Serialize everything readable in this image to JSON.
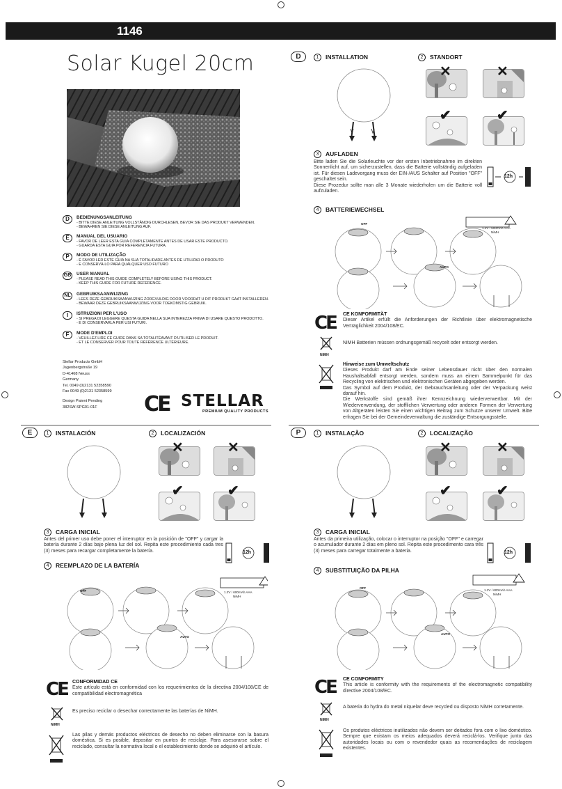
{
  "header": {
    "model_number": "1146"
  },
  "product_title": "Solar Kugel 20cm",
  "languages": [
    {
      "code": "D",
      "heading": "BEDIENUNGSANLEITUNG",
      "line1": "- BITTE DIESE ANLEITUNG VOLLSTÄNDIG DURCHLESEN, BEVOR SIE DAS PRODUKT VERWENDEN.",
      "line2": "- BEWAHREN SIE DIESE ANLEITUNG AUF."
    },
    {
      "code": "E",
      "heading": "MANUAL DEL USUARIO",
      "line1": "- FAVOR DE LEER ESTA GUIA COMPLETAMENTE ANTES DE USAR ESTE PRODUCTO.",
      "line2": "- GUARDA ESTA GUIA POR REFERENCIA FUTURA."
    },
    {
      "code": "P",
      "heading": "MODO DE UTILIZAÇÃO",
      "line1": "- É FAVOR LER ESTE GUIA NA SUA TOTALIDADE ANTES DE UTILIZAR O PRODUTO",
      "line2": "- E CONSERVÁ-LO PARA QUALQUER USO FUTURO"
    },
    {
      "code": "GB",
      "heading": "USER MANUAL",
      "line1": "- PLEASE READ THIS GUIDE COMPLETELY BEFORE USING THIS PRODUCT.",
      "line2": "- KEEP THIS GUIDE FOR FUTURE REFERENCE."
    },
    {
      "code": "NL",
      "heading": "GEBRUIKSAANWIJZING",
      "line1": "- LEES DEZE GEBRUIKSAANWIJZING ZORGVULDIG DOOR VOORDAT U DIT PRODUKT GAAT INSTALLEREN.",
      "line2": "- BEWAAR DEZE GEBRUIKSAANWIJZING VOOR TOEKOMSTIG GEBRUIK."
    },
    {
      "code": "I",
      "heading": "ISTRUZIONI PER L'USO",
      "line1": "- SI PREGA DI LEGGERE QUESTA GUIDA NELLA SUA INTEREZZA PRIMA DI USARE QUESTO PRODOTTO.",
      "line2": "- E DI CONSERVARLA PER USI FUTURI."
    },
    {
      "code": "F",
      "heading": "MODE D'EMPLOI",
      "line1": "- VEUILLEZ LIRE CE GUIDE DANS SA TOTALITÉAVANT D'UTILISER LE PRODUIT.",
      "line2": "- ET LE CONSERVER POUR TOUTE RÉFÉRENCE ULTÉRIEURE."
    }
  ],
  "address": {
    "company": "Stellar Products GmbH",
    "street": "Jagenbergstraße 19",
    "city": "D-41468 Neuss",
    "country": "Germany",
    "tel": "Tel.  0049 (0)2131 52358590",
    "fax": "Fax  0049 (0)2131 52358599",
    "design": "Design Patent Pending",
    "code": "382SW-SPG01-01F"
  },
  "brand": {
    "ce_mark": "CE",
    "name": "STELLAR",
    "tagline": "PREMIUM QUALITY PRODUCTS"
  },
  "common": {
    "charge_time": "12h",
    "off_label": "OFF",
    "auto_label": "AUTO",
    "battery_spec": "1.2V / 600mAh AAA",
    "battery_type": "NiMH",
    "weee_label": "NiMH"
  },
  "sections": {
    "de": {
      "code": "D",
      "h1": "INSTALLATION",
      "h2": "STANDORT",
      "h3": "AUFLADEN",
      "h4": "BATTERIEWECHSEL",
      "n1": "1",
      "n2": "2",
      "n3": "3",
      "n4": "4",
      "charge_text": "Bitte laden Sie die Solarleuchte vor der ersten Inbetriebnahme im direkten Sonnenlicht auf, um sicherzustellen, dass die Batterie vollständig aufgeladen ist. Für diesen Ladevorgang muss der EIN-/AUS Schalter auf Position \"OFF\" geschaltet sein.",
      "charge_text2": "Diese Prozedur sollte man alle 3 Monate wiederholen um die Batterie voll aufzuladen.",
      "ce_title": "CE KONFORMITÄT",
      "ce_text": "Dieser Artikel erfüllt die Anforderungen der Richtlinie über elektromagnetische Verträglichkeit 2004/108/EC.",
      "nimh_text": "NiMH Batterien müssen ordnungsgemäß recycelt oder entsorgt werden.",
      "env_title": "Hinweise zum Umweltschutz",
      "env_text": "Dieses Produkt darf am Ende seiner Lebensdauer nicht über den normalen Haushaltsabfall entsorgt werden, sondern muss an einem Sammelpunkt für das Recycling von elektrischen und elektronischen Geräten abgegeben werden.",
      "env_text2": "Das Symbol auf dem Produkt, der Gebrauchsanleitung oder der Verpackung weist darauf hin.",
      "env_text3": "Die Werkstoffe sind gemäß ihrer Kennzeichnung wiederverwertbar. Mit der Wiederverwendung, der stofflichen Verwertung oder anderen Formen der Verwertung von Altgeräten leisten Sie einen wichtigen Beitrag zum Schutze unserer Umwelt. Bitte erfragen Sie bei der Gemeindeverwaltung die zuständige Entsorgungsstelle."
    },
    "es": {
      "code": "E",
      "h1": "INSTALACIÓN",
      "h2": "LOCALIZACIÓN",
      "h3": "CARGA INICIAL",
      "h4": "REEMPLAZO DE LA BATERÍA",
      "n1": "1",
      "n2": "2",
      "n3": "3",
      "n4": "4",
      "charge_text": "Antes del primer uso debe poner el interruptor en la posición de \"OFF\" y cargar la batería durante 2 días bajo plena luz del sol. Repita este procedimiento cada tres (3) meses para recargar completamente la batería.",
      "ce_title": "CONFORMIDAD CE",
      "ce_text": "Este artículo está en conformidad con los requerimientos de la directiva 2004/108/CE de compatibilidad electromagnética",
      "nimh_text": "Es preciso reciclar o desechar correctamente las baterías de NiMH.",
      "env_text": "Las pilas y demás productos eléctricos de desecho no deben eliminarse con la basura doméstica. Si es posible, depositar en puntos de reciclaje. Para asesorarse sobre el reciclado, consultar la normativa local o el establecimiento donde se adquirió el artículo."
    },
    "pt": {
      "code": "P",
      "h1": "INSTALAÇÃO",
      "h2": "LOCALIZAÇÃO",
      "h3": "CARGA INICIAL",
      "h4": "SUBSTITUIÇÃO DA PILHA",
      "n1": "1",
      "n2": "2",
      "n3": "3",
      "n4": "4",
      "charge_text": "Antes da primeira utilização, colocar o interruptor na posição \"OFF\" e carregar o acumulador durante 2 dias em pleno sol. Repita este procedimento cara três (3) meses para carregar totalmente a bateria.",
      "ce_title": "CE CONFORMITY",
      "ce_text": "This article is conformity with the requirements of the electromagnetic compatibility directive 2004/108/EC.",
      "nimh_text": "A bateria do hydra do metal niquelar deve recycled ou disposto NiMH corretamente.",
      "env_text": "Os produtos eléctricos inutilizados não devem ser deitados fora com o lixo doméstico. Sempre que existam os meios adequados deverá reciclá-los. Verifique junto das autoridades locais ou com o revendedor quais as recomendações de reciclagem existentes."
    }
  }
}
